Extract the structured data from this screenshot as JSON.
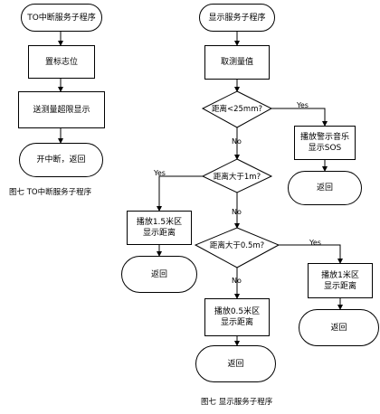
{
  "left": {
    "start": "TO中断服务子程序",
    "step1": "置标志位",
    "step2": "送测量超限显示",
    "end": "开中断，返回",
    "caption": "图七  TO中断服务子程序"
  },
  "right": {
    "start": "显示服务子程序",
    "read": "取测量值",
    "cond1": "距离<25mm?",
    "cond2": "距离大于1m?",
    "cond3": "距离大于0.5m?",
    "warn1": "播放警示音乐",
    "warn2": "显示SOS",
    "r15a": "播放1.5米区",
    "r15b": "显示距离",
    "r1a": "播放1米区",
    "r1b": "显示距离",
    "r05a": "播放0.5米区",
    "r05b": "显示距离",
    "ret": "返回",
    "yes": "Yes",
    "no": "No",
    "caption": "图七  显示服务子程序"
  }
}
